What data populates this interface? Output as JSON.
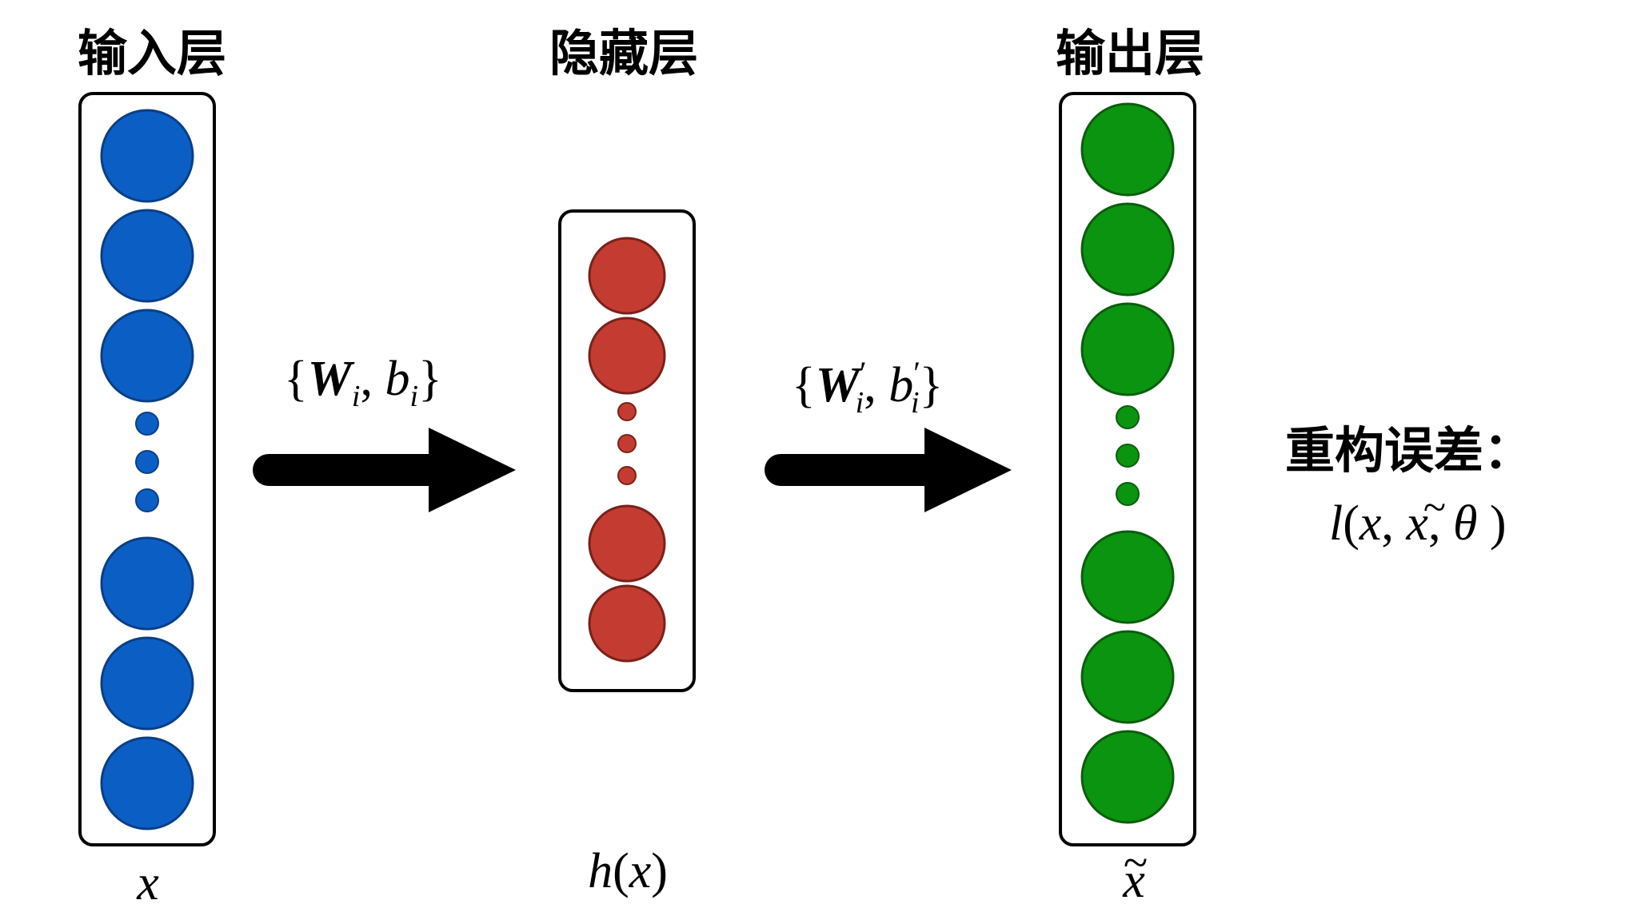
{
  "layers": {
    "input": {
      "label": "输入层",
      "var": "x",
      "color": "#0b5fc4",
      "stroke": "#0a3f86",
      "nodes": [
        {
          "kind": "big"
        },
        {
          "kind": "big"
        },
        {
          "kind": "big"
        },
        {
          "kind": "dot"
        },
        {
          "kind": "dot"
        },
        {
          "kind": "dot"
        },
        {
          "kind": "big"
        },
        {
          "kind": "big"
        },
        {
          "kind": "big"
        }
      ]
    },
    "hidden": {
      "label": "隐藏层",
      "var_func": "h",
      "var_open": "(",
      "var_arg": "x",
      "var_close": ")",
      "color": "#c43c31",
      "stroke": "#7a211b",
      "nodes": [
        {
          "kind": "big"
        },
        {
          "kind": "big"
        },
        {
          "kind": "dot"
        },
        {
          "kind": "dot"
        },
        {
          "kind": "dot"
        },
        {
          "kind": "big"
        },
        {
          "kind": "big"
        }
      ]
    },
    "output": {
      "label": "输出层",
      "var": "x",
      "var_tilde": "~",
      "color": "#0a9410",
      "stroke": "#0b5e0d",
      "nodes": [
        {
          "kind": "big"
        },
        {
          "kind": "big"
        },
        {
          "kind": "big"
        },
        {
          "kind": "dot"
        },
        {
          "kind": "dot"
        },
        {
          "kind": "dot"
        },
        {
          "kind": "big"
        },
        {
          "kind": "big"
        },
        {
          "kind": "big"
        }
      ]
    }
  },
  "encoder_params": {
    "open": "{",
    "W": "W",
    "W_sub": "i",
    "sep": ", ",
    "b": "b",
    "b_sub": "i",
    "close": "}"
  },
  "decoder_params": {
    "open": "{",
    "W": "W",
    "W_prime": "′",
    "W_sub": "i",
    "sep": ", ",
    "b": "b",
    "b_prime": "′",
    "b_sub": "i",
    "close": "}"
  },
  "loss": {
    "label": "重构误差：",
    "l": "l",
    "open": "(",
    "x": "x",
    "comma1": ", ",
    "xt": "x",
    "xt_tilde": "~",
    "comma2": ", ",
    "theta": "θ",
    "close": " )"
  },
  "colors": {
    "arrow": "#000000",
    "box": "#000000"
  }
}
